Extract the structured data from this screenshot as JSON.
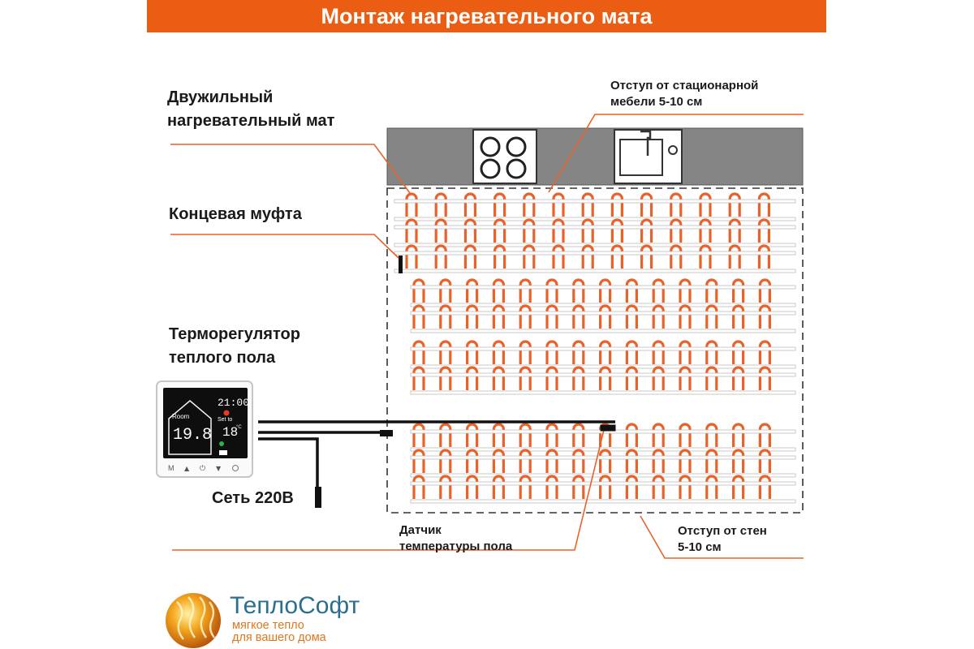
{
  "title": "Монтаж нагревательного мата",
  "labels": {
    "mat": [
      "Двужильный",
      "нагревательный мат"
    ],
    "end_sleeve": "Концевая муфта",
    "thermostat": [
      "Терморегулятор",
      "теплого пола"
    ],
    "power": "Сеть 220В",
    "furniture_offset": [
      "Отступ от стационарной",
      "мебели 5-10 см"
    ],
    "sensor": [
      "Датчик",
      "температуры пола"
    ],
    "wall_offset": [
      "Отступ от стен",
      "5-10 см"
    ]
  },
  "thermostat_screen": {
    "clock": "21:00",
    "room_label": "Room",
    "room_temp": "19.8",
    "set_label": "Set to",
    "set_temp": "18",
    "unit": "°C",
    "buttons": [
      "M",
      "▲",
      "⏻",
      "▼"
    ]
  },
  "brand": {
    "name": "ТеплоСофт",
    "slogan": [
      "мягкое тепло",
      "для вашего дома"
    ]
  },
  "colors": {
    "banner": "#ea5d12",
    "heating_cable": "#e8622a",
    "leader_line": "#e8622a",
    "countertop": "#858585",
    "brand_text": "#2b6f8f",
    "slogan_text": "#e0761c"
  },
  "mat_sections": [
    {
      "bands": 3,
      "loops_per_band": 13
    },
    {
      "bands": 2,
      "loops_per_band": 14
    },
    {
      "bands": 2,
      "loops_per_band": 14
    },
    {
      "bands": 3,
      "loops_per_band": 14
    }
  ]
}
